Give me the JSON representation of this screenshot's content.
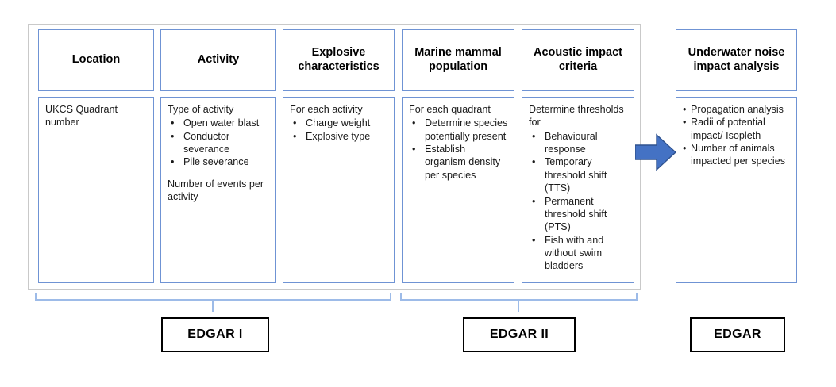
{
  "diagram": {
    "title_absent": true,
    "colors": {
      "box_border": "#6f93d4",
      "group_border": "#c9c9c9",
      "arrow_fill": "#4472c4",
      "arrow_stroke": "#2f528f",
      "bracket": "#9dbbe8",
      "label_border": "#000000",
      "text": "#000000"
    },
    "columns": [
      {
        "header": "Location",
        "lead": "UKCS Quadrant number",
        "bullets": [],
        "trailing": ""
      },
      {
        "header": "Activity",
        "lead": "Type of activity",
        "bullets": [
          "Open water blast",
          "Conductor severance",
          "Pile severance"
        ],
        "trailing": "Number of events per activity"
      },
      {
        "header": "Explosive characteristics",
        "lead": "For each activity",
        "bullets": [
          "Charge weight",
          "Explosive type"
        ],
        "trailing": ""
      },
      {
        "header": "Marine mammal population",
        "lead": "For each quadrant",
        "bullets": [
          "Determine species potentially present",
          "Establish organism density per species"
        ],
        "trailing": ""
      },
      {
        "header": "Acoustic impact criteria",
        "lead": "Determine thresholds for",
        "bullets": [
          "Behavioural response",
          "Temporary threshold shift (TTS)",
          "Permanent threshold shift (PTS)",
          "Fish with and without swim bladders"
        ],
        "trailing": ""
      }
    ],
    "output": {
      "header": "Underwater noise impact analysis",
      "bullets": [
        "Propagation analysis",
        "Radii of potential impact/ Isopleth",
        "Number of animals impacted per species"
      ]
    },
    "labels": [
      {
        "text": "EDGAR I"
      },
      {
        "text": "EDGAR II"
      },
      {
        "text": "EDGAR"
      }
    ]
  }
}
